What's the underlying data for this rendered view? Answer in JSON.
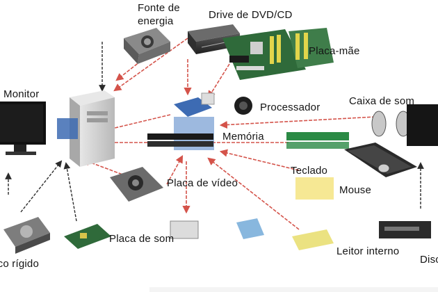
{
  "labels": {
    "fonte_energia": "Fonte de energia",
    "drive_dvd": "Drive de DVD/CD",
    "placa_mae": "Placa-mãe",
    "monitor": "Monitor",
    "processador": "Processador",
    "caixa_som": "Caixa de som",
    "memoria": "Memória",
    "teclado": "Teclado",
    "mouse": "Mouse",
    "placa_video": "Placa de vídeo",
    "placa_som": "Placa de som",
    "leitor_interno": "Leitor interno",
    "disco_rigido": "Disco rígido"
  },
  "colors": {
    "arrow": "#d4534a",
    "arrow_dark": "#2b2b2b",
    "text": "#141414",
    "chip_blue": "#3d6bb3",
    "board_green": "#2f6a3a",
    "memory_green": "#2b8a45",
    "case_gray": "#c9c9c9"
  }
}
